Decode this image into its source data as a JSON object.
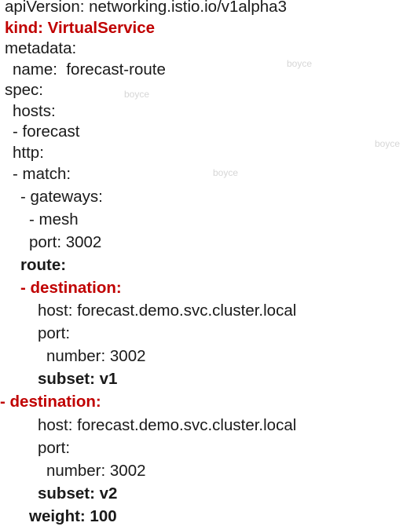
{
  "lines": [
    {
      "text": "apiVersion: networking.istio.io/v1alpha3",
      "style": "normal",
      "indent": 0
    },
    {
      "text": "kind: VirtualService",
      "style": "red",
      "indent": 0
    },
    {
      "text": "metadata:",
      "style": "normal",
      "indent": 0
    },
    {
      "text": "name:  forecast-route",
      "style": "normal",
      "indent": 1
    },
    {
      "text": "spec:",
      "style": "normal",
      "indent": 0
    },
    {
      "text": "hosts:",
      "style": "normal",
      "indent": 1
    },
    {
      "text": "- forecast",
      "style": "normal",
      "indent": 1
    },
    {
      "text": "http:",
      "style": "normal",
      "indent": 1
    },
    {
      "text": "- match:",
      "style": "normal",
      "indent": 1
    },
    {
      "text": "- gateways:",
      "style": "normal",
      "indent": 2
    },
    {
      "text": "- mesh",
      "style": "normal",
      "indent": 3
    },
    {
      "text": "port: 3002",
      "style": "normal",
      "indent": 3
    },
    {
      "text": "route:",
      "style": "bold",
      "indent": 2
    },
    {
      "text": "- destination:",
      "style": "red",
      "indent": 2
    },
    {
      "text": "host: forecast.demo.svc.cluster.local",
      "style": "normal",
      "indent": 4
    },
    {
      "text": "port:",
      "style": "normal",
      "indent": 4
    },
    {
      "text": "number: 3002",
      "style": "normal",
      "indent": 5
    },
    {
      "text": "subset: v1",
      "style": "bold",
      "indent": 4
    },
    {
      "text": "- destination:",
      "style": "red",
      "indent": 0
    },
    {
      "text": "host: forecast.demo.svc.cluster.local",
      "style": "normal",
      "indent": 4
    },
    {
      "text": "port:",
      "style": "normal",
      "indent": 4
    },
    {
      "text": "number: 3002",
      "style": "normal",
      "indent": 5
    },
    {
      "text": "subset: v2",
      "style": "bold",
      "indent": 4
    },
    {
      "text": "weight: 100",
      "style": "bold",
      "indent": 3
    }
  ],
  "watermarks": [
    "boyce",
    "boyce",
    "boyce",
    "boyce"
  ]
}
